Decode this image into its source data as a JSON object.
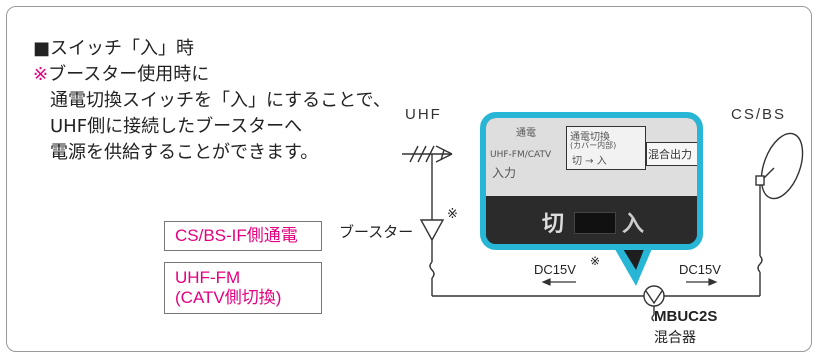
{
  "heading": "■スイッチ「入」時",
  "note": {
    "mark": "※",
    "lines": [
      "ブースター使用時に",
      "通電切換スイッチを「入」にすることで、",
      "UHF側に接続したブースターへ",
      "電源を供給することができます。"
    ]
  },
  "labels": {
    "uhf": "UHF",
    "csbs": "CS/BS",
    "booster": "ブースター",
    "booster_mark": "※",
    "dc_left": "DC15V",
    "dc_left_mark": "※",
    "dc_right": "DC15V",
    "model": "MBUC2S",
    "mixer": "混合器"
  },
  "boxes": {
    "power_csbs": "CS/BS-IF側通電",
    "uhf_fm_line1": "UHF-FM",
    "uhf_fm_line2": "(CATV側切換)"
  },
  "photo": {
    "label_top": "通電",
    "label_uhf": "UHF-FM/CATV",
    "label_input": "入力",
    "label_switch": "通電切換",
    "label_cover": "(カバー内部)",
    "label_off_on": "切 → 入",
    "label_mix_out": "混合出力",
    "switch_off": "切",
    "switch_on": "入"
  },
  "colors": {
    "accent": "#e4007f",
    "callout": "#28b6d6"
  }
}
